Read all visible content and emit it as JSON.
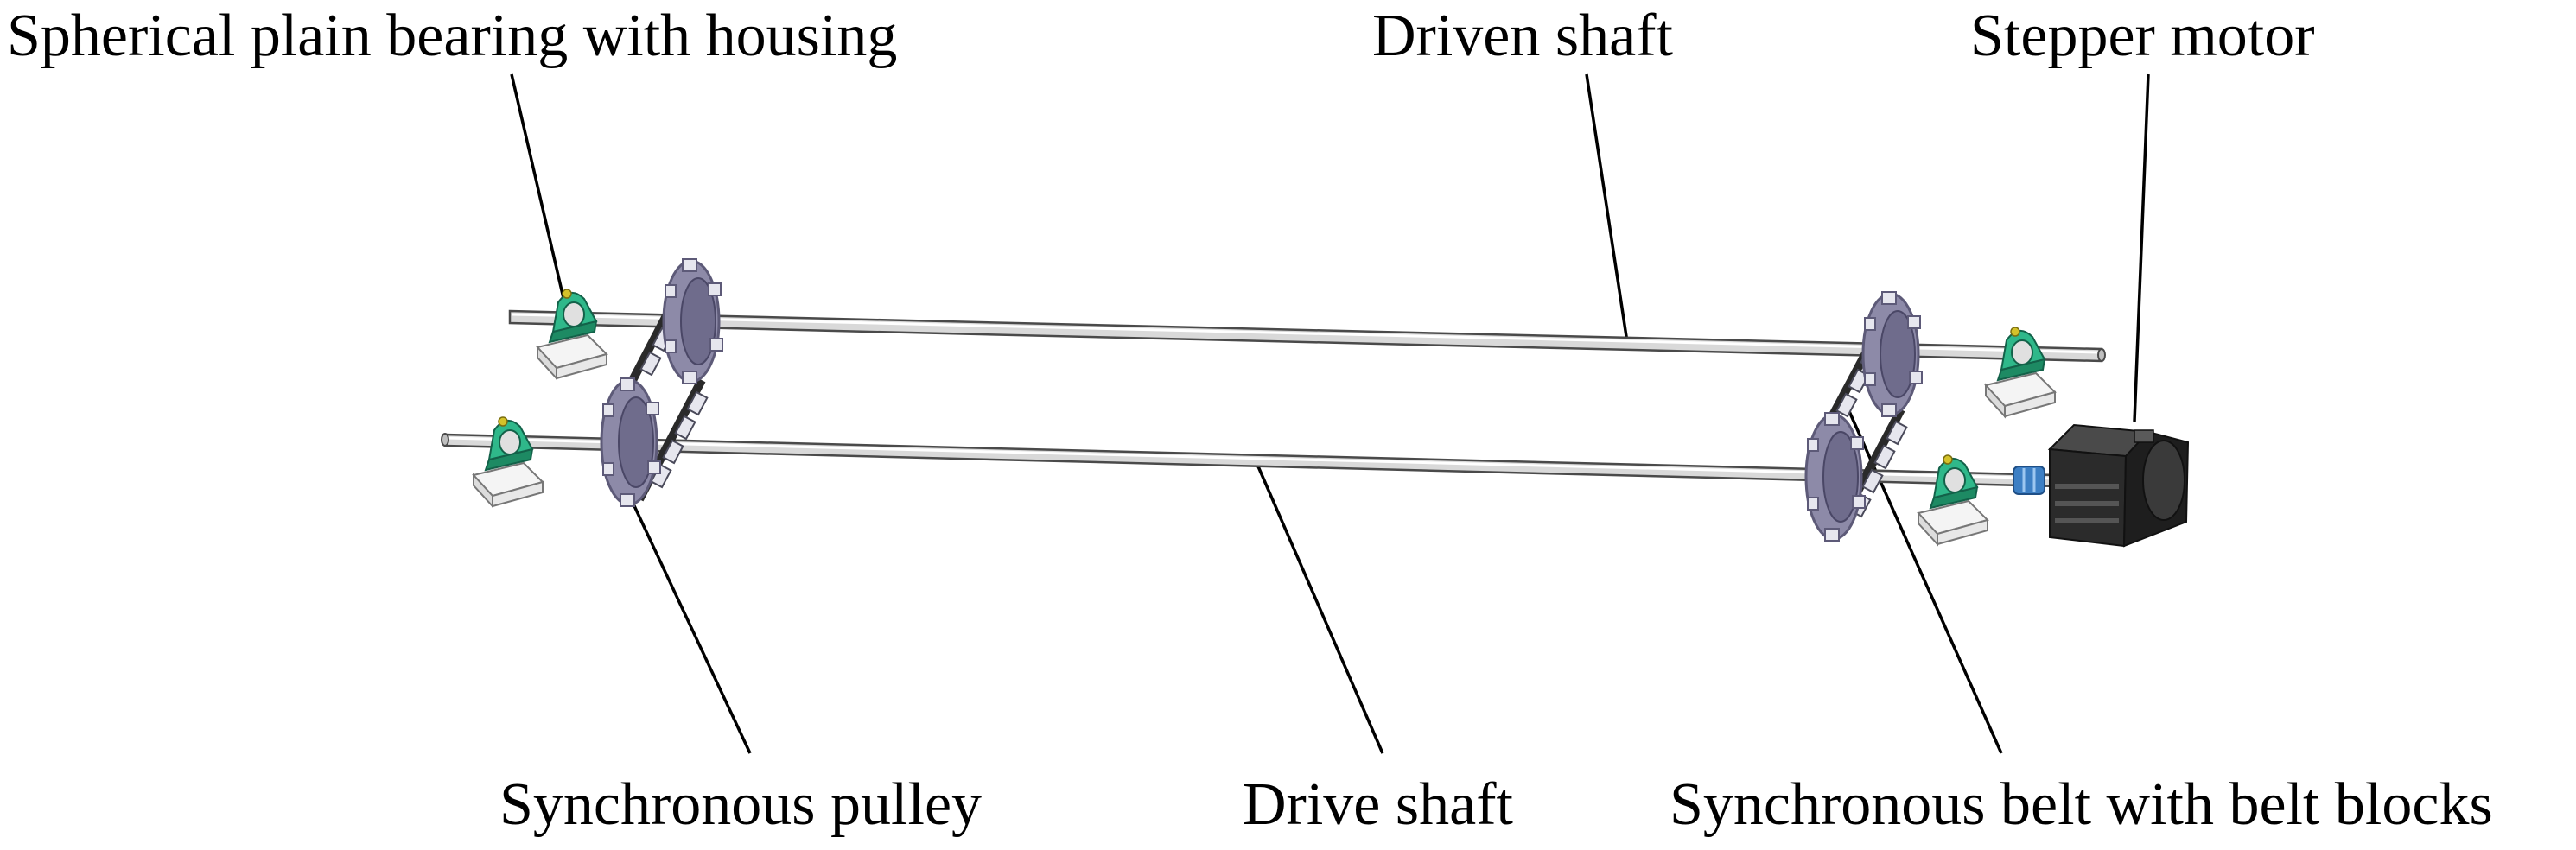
{
  "labels": {
    "bearing": "Spherical plain bearing with housing",
    "driven_shaft": "Driven shaft",
    "stepper_motor": "Stepper motor",
    "pulley": "Synchronous pulley",
    "drive_shaft": "Drive shaft",
    "belt": "Synchronous belt with belt blocks"
  },
  "colors": {
    "bearing_housing": "#2fb88a",
    "bearing_housing_dark": "#1d8a63",
    "bearing_base": "#f4f4f4",
    "pulley": "#8d8aa8",
    "pulley_dark": "#5d5a78",
    "belt": "#2a2a2a",
    "shaft": "#d9d9d9",
    "motor": "#2b2b2b",
    "coupling": "#3d7fc4"
  }
}
